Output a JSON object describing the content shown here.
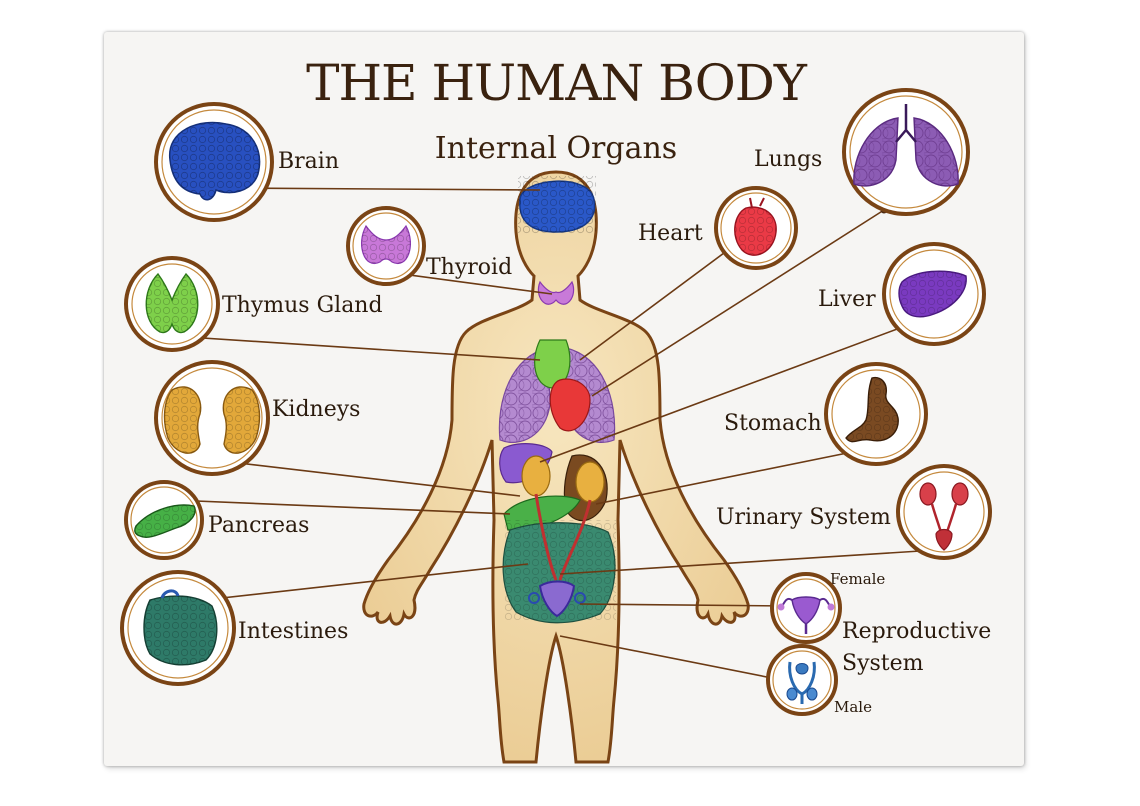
{
  "title": "THE HUMAN BODY",
  "subtitle": "Internal Organs",
  "labels": {
    "brain": "Brain",
    "thyroid": "Thyroid",
    "thymus": "Thymus Gland",
    "kidneys": "Kidneys",
    "pancreas": "Pancreas",
    "intestines": "Intestines",
    "lungs": "Lungs",
    "heart": "Heart",
    "liver": "Liver",
    "stomach": "Stomach",
    "urinary": "Urinary System",
    "female": "Female",
    "reproductive_line1": "Reproductive",
    "reproductive_line2": "System",
    "male": "Male"
  },
  "colors": {
    "frame_brown": "#7a4415",
    "body_skin": "#f1d9a8",
    "brain_blue": "#1f4fb8",
    "lungs_purple": "#8a5aa8",
    "heart_red": "#e23a3a",
    "liver_purple": "#7a3ab8",
    "stomach_brown": "#7a4a20",
    "kidney_gold": "#e0a838",
    "pancreas_green": "#3aa83a",
    "thymus_green": "#6acb3a",
    "thyroid_violet": "#c070d8",
    "intestine_teal": "#2a7a6a"
  }
}
